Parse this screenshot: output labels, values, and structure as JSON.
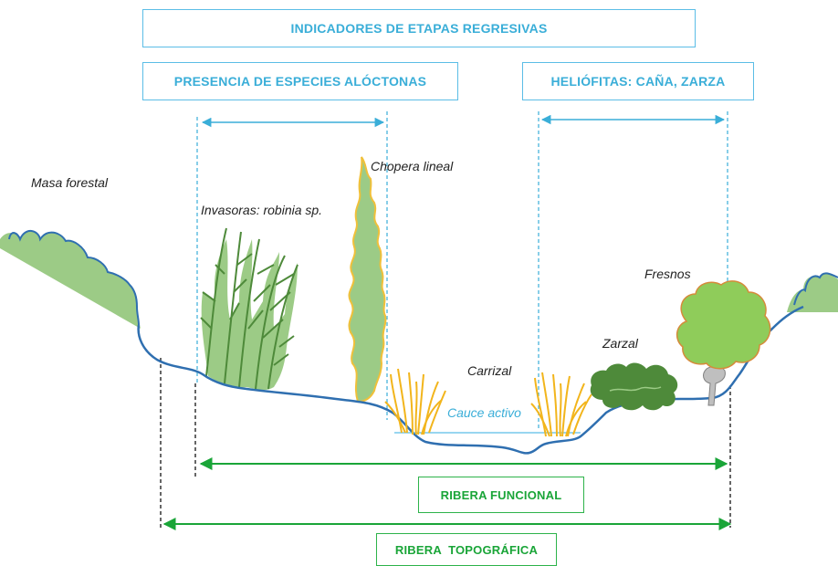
{
  "headers": {
    "main": "INDICADORES DE ETAPAS REGRESIVAS",
    "left": "PRESENCIA DE ESPECIES ALÓCTONAS",
    "right": "HELIÓFITAS: CAÑA, ZARZA"
  },
  "labels": {
    "masa_forestal": "Masa forestal",
    "chopera": "Chopera lineal",
    "invasoras": "Invasoras: robinia sp.",
    "carrizal": "Carrizal",
    "cauce": "Cauce activo",
    "zarzal": "Zarzal",
    "fresnos": "Fresnos"
  },
  "footers": {
    "funcional": "RIBERA FUNCIONAL",
    "topografica": "RIBERA  TOPOGRÁFICA"
  },
  "colors": {
    "blue_accent": "#3aaed8",
    "green_accent": "#1aa538",
    "ground_line": "#2f6fb0",
    "vegetation_light": "#9ccb86",
    "vegetation_dark": "#4e8a3a",
    "reed_yellow": "#f2b51c",
    "tree_fill": "#8fcc5a",
    "tree_outline": "#d68a3a"
  }
}
